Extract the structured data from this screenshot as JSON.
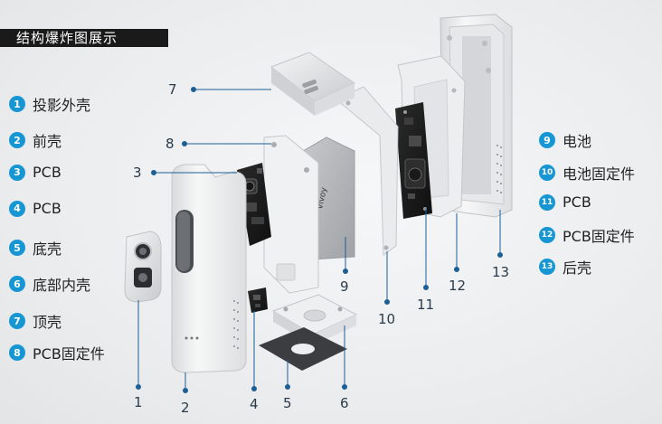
{
  "title": "结构爆炸图展示",
  "legend_left": [
    {
      "num": "1",
      "label": "投影外壳"
    },
    {
      "num": "2",
      "label": "前壳"
    },
    {
      "num": "3",
      "label": "PCB"
    },
    {
      "num": "4",
      "label": "PCB"
    },
    {
      "num": "5",
      "label": "底壳"
    },
    {
      "num": "6",
      "label": "底部内壳"
    },
    {
      "num": "7",
      "label": "顶壳"
    },
    {
      "num": "8",
      "label": "PCB固定件"
    }
  ],
  "legend_right": [
    {
      "num": "9",
      "label": "电池"
    },
    {
      "num": "10",
      "label": "电池固定件"
    },
    {
      "num": "11",
      "label": "PCB"
    },
    {
      "num": "12",
      "label": "PCB固定件"
    },
    {
      "num": "13",
      "label": "后壳"
    }
  ],
  "callouts": [
    "1",
    "2",
    "3",
    "4",
    "5",
    "6",
    "7",
    "8",
    "9",
    "10",
    "11",
    "12",
    "13"
  ],
  "battery_text": "Vivoy",
  "colors": {
    "badge": "#1796d4",
    "leader": "#1c5f95",
    "title_bg": "#1a1a1a"
  }
}
